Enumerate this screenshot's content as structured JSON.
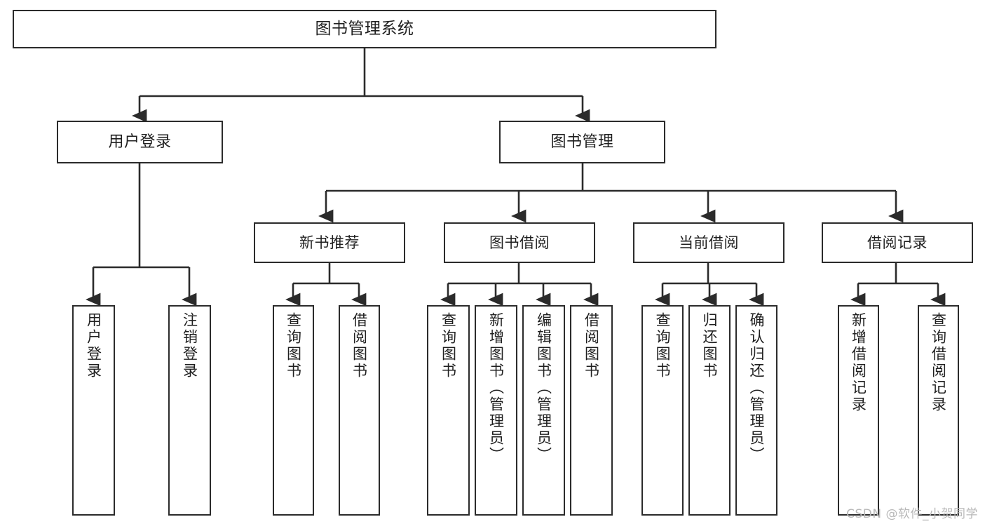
{
  "diagram": {
    "title": "图书管理系统",
    "type": "tree-hierarchy-diagram",
    "watermark": "CSDN @软件_小贺同学",
    "colors": {
      "background": "#ffffff",
      "box_border": "#2b2b2b",
      "box_fill": "#ffffff",
      "text": "#1f1f1f",
      "connector": "#2b2b2b",
      "watermark": "#b8b8b8"
    },
    "root": {
      "label": "图书管理系统"
    },
    "level2": [
      {
        "label": "用户登录"
      },
      {
        "label": "图书管理"
      }
    ],
    "level3": [
      {
        "label": "新书推荐"
      },
      {
        "label": "图书借阅"
      },
      {
        "label": "当前借阅"
      },
      {
        "label": "借阅记录"
      }
    ],
    "leaves": {
      "user_login": [
        {
          "label": "用户登录"
        },
        {
          "label": "注销登录"
        }
      ],
      "new_book": [
        {
          "label": "查询图书"
        },
        {
          "label": "借阅图书"
        }
      ],
      "book_borrow": [
        {
          "label": "查询图书"
        },
        {
          "label": "新增图书（管理员）"
        },
        {
          "label": "编辑图书（管理员）"
        },
        {
          "label": "借阅图书"
        }
      ],
      "current_borrow": [
        {
          "label": "查询图书"
        },
        {
          "label": "归还图书"
        },
        {
          "label": "确认归还（管理员）"
        }
      ],
      "borrow_record": [
        {
          "label": "新增借阅记录"
        },
        {
          "label": "查询借阅记录"
        }
      ]
    }
  }
}
